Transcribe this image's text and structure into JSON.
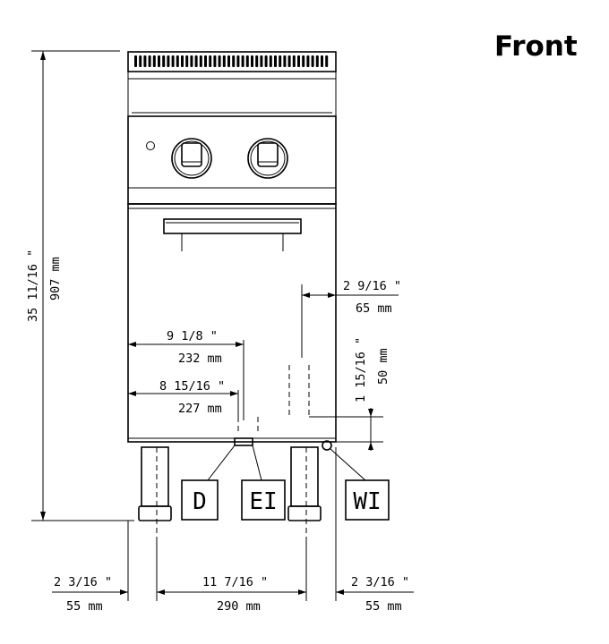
{
  "view_title": "Front",
  "dimensions": {
    "height_in": "35 11/16 \"",
    "height_mm": "907 mm",
    "drain_offset_in": "9 1/8 \"",
    "drain_offset_mm": "232 mm",
    "elec_offset_in": "8 15/16 \"",
    "elec_offset_mm": "227 mm",
    "water_offset_in": "2 9/16 \"",
    "water_offset_mm": "65 mm",
    "water_height_in": "1 15/16 \"",
    "water_height_mm": "50 mm",
    "left_leg_in": "2 3/16 \"",
    "left_leg_mm": "55 mm",
    "leg_span_in": "11 7/16 \"",
    "leg_span_mm": "290 mm",
    "right_leg_in": "2 3/16 \"",
    "right_leg_mm": "55 mm"
  },
  "connections": {
    "drain_label": "D",
    "electrical_label": "EI",
    "water_label": "WI"
  }
}
